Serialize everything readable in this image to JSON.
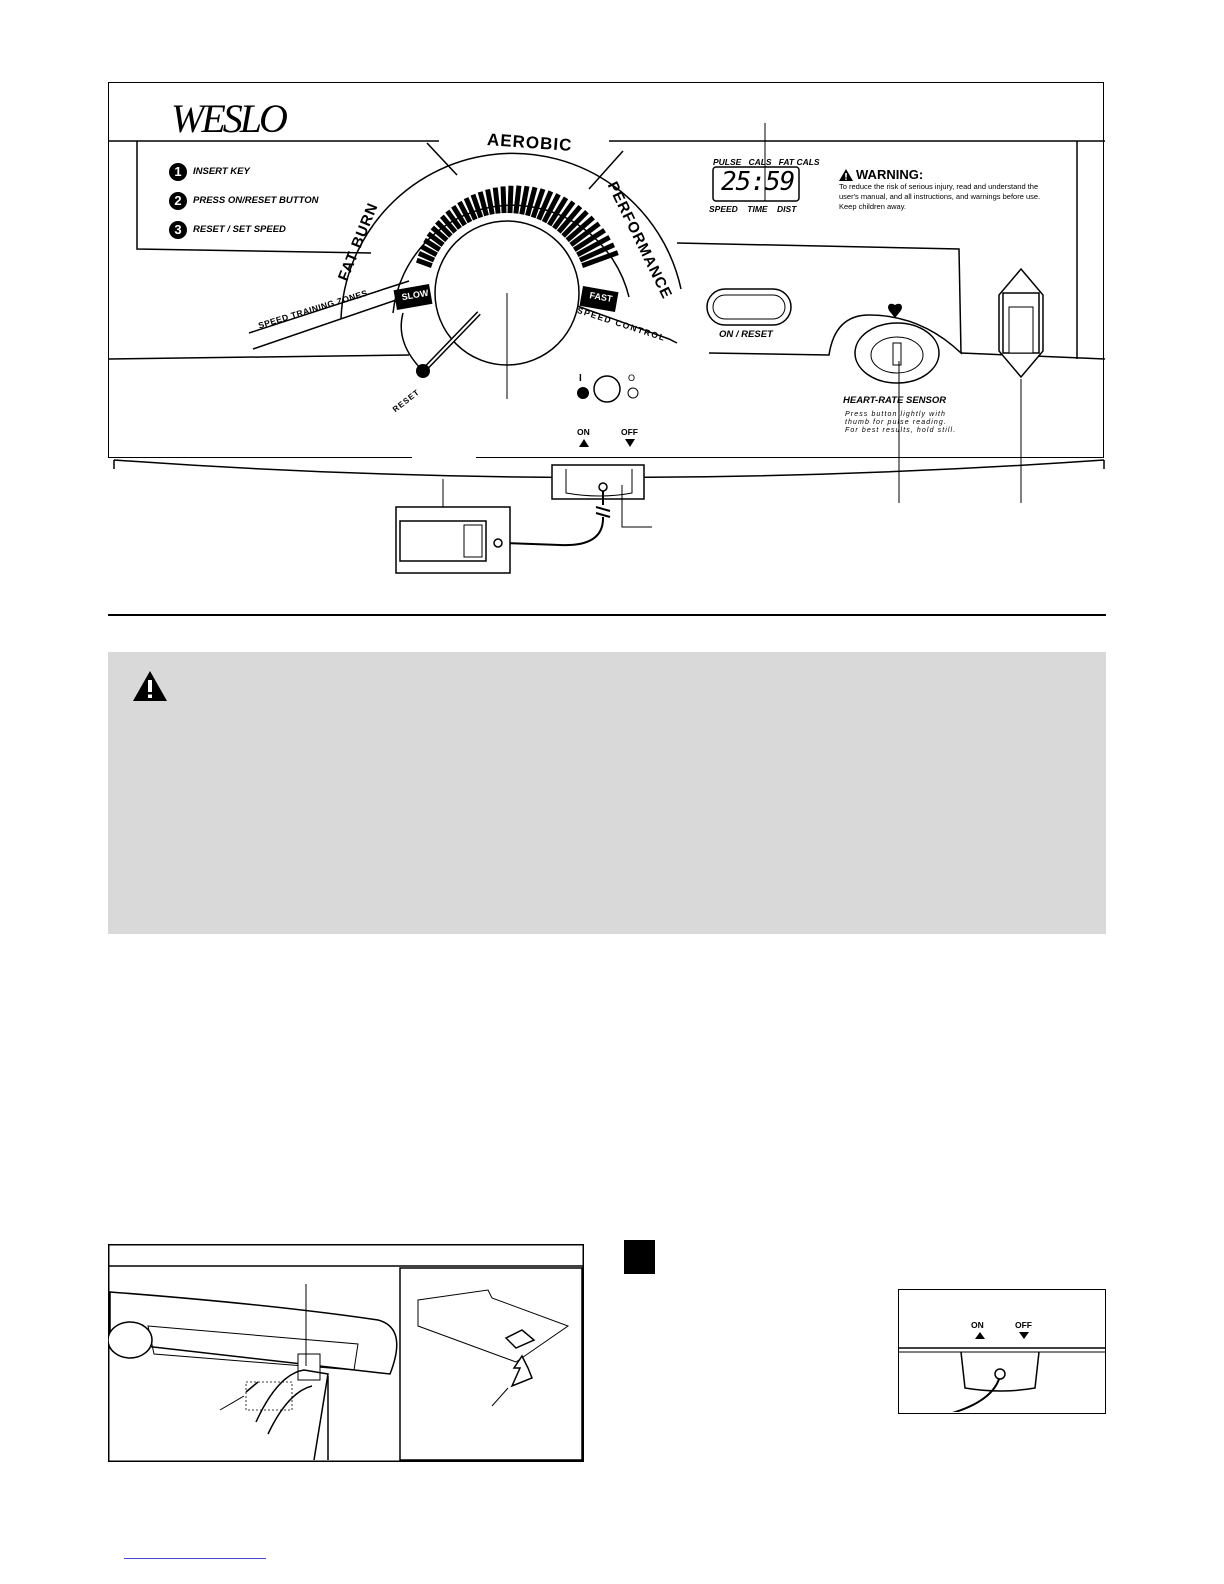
{
  "console": {
    "brand": "WESLO",
    "steps": [
      {
        "num": "1",
        "text": "INSERT KEY"
      },
      {
        "num": "2",
        "text": "PRESS ON/RESET BUTTON"
      },
      {
        "num": "3",
        "text": "RESET / SET SPEED"
      }
    ],
    "zones": {
      "aerobic": "AEROBIC",
      "fat_burn": "FAT BURN",
      "performance": "PERFORMANCE"
    },
    "speed_training_zones": "SPEED TRAINING ZONES",
    "speed_control": "SPEED CONTROL",
    "slow": "SLOW",
    "fast": "FAST",
    "reset": "RESET",
    "display": {
      "value": "25:59",
      "top_labels": [
        "PULSE",
        "CALS",
        "FAT CALS"
      ],
      "bottom_labels": [
        "SPEED",
        "TIME",
        "DIST"
      ]
    },
    "warning": {
      "title": "WARNING:",
      "lines": [
        "To reduce the risk of serious injury, read and understand the",
        "user's manual, and all instructions, and warnings before use.",
        "Keep children away."
      ]
    },
    "on_reset_label": "ON / RESET",
    "heart_rate": {
      "title": "HEART-RATE SENSOR",
      "lines": [
        "Press button lightly with",
        "thumb for pulse reading.",
        "For best results, hold still."
      ]
    },
    "power_symbols": {
      "on": "I",
      "off": "O"
    },
    "on_label": "ON",
    "off_label": "OFF"
  },
  "detail_switch": {
    "on_label": "ON",
    "off_label": "OFF"
  },
  "colors": {
    "warning_panel": "#d9d9d9",
    "link_line": "#4a4ad0"
  }
}
